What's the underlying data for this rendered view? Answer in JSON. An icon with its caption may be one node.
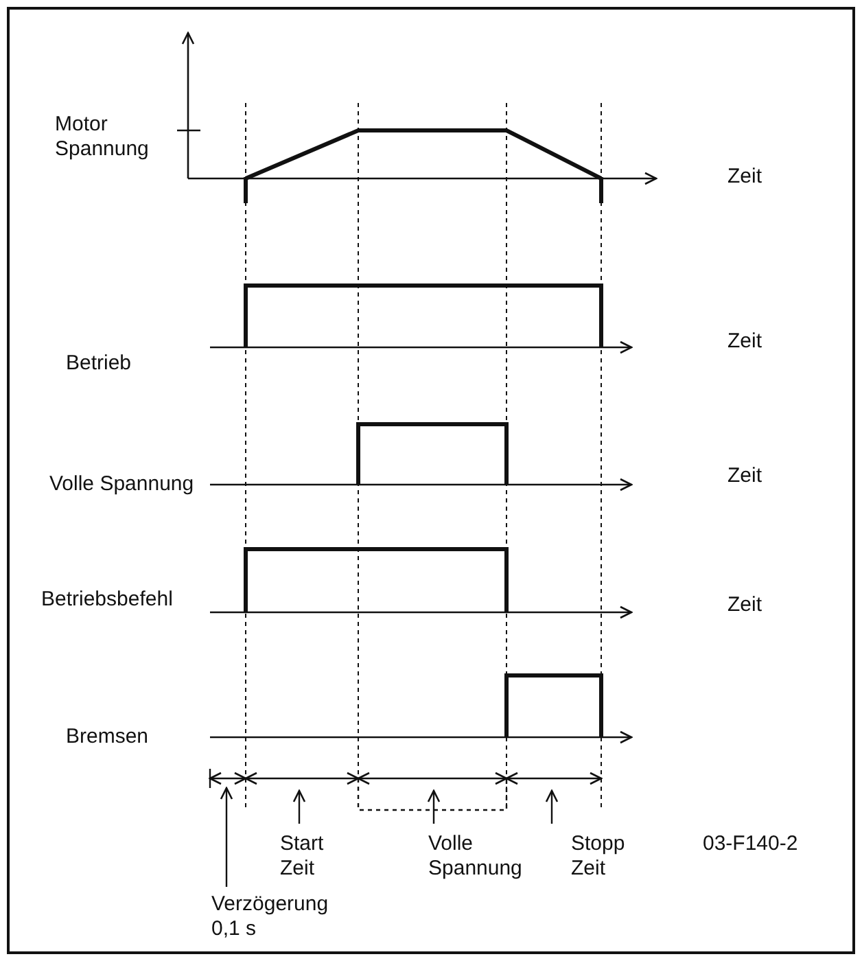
{
  "diagram": {
    "nodes": [
      {
        "text": [
          "Verzögerung 0,1 s"
        ]
      },
      {
        "text": [
          "Start Zeit"
        ]
      },
      {
        "text": [
          "Volle Spannung"
        ]
      },
      {
        "text": [
          "Stopp Zeit"
        ]
      }
    ],
    "edges": [
      {
        "from": 0,
        "to": null,
        "arrow": "to"
      },
      {
        "from": 1,
        "to": null,
        "arrow": "to"
      },
      {
        "from": 2,
        "to": null,
        "arrow": "to"
      },
      {
        "from": 3,
        "to": null,
        "arrow": "to"
      }
    ],
    "labels": [
      "Motor Spannung",
      "Zeit",
      "Betrieb",
      "Zeit",
      "Volle Spannung",
      "Zeit",
      "Betriebsbefehl",
      "Zeit",
      "Bremsen",
      "03-F140-2"
    ]
  }
}
